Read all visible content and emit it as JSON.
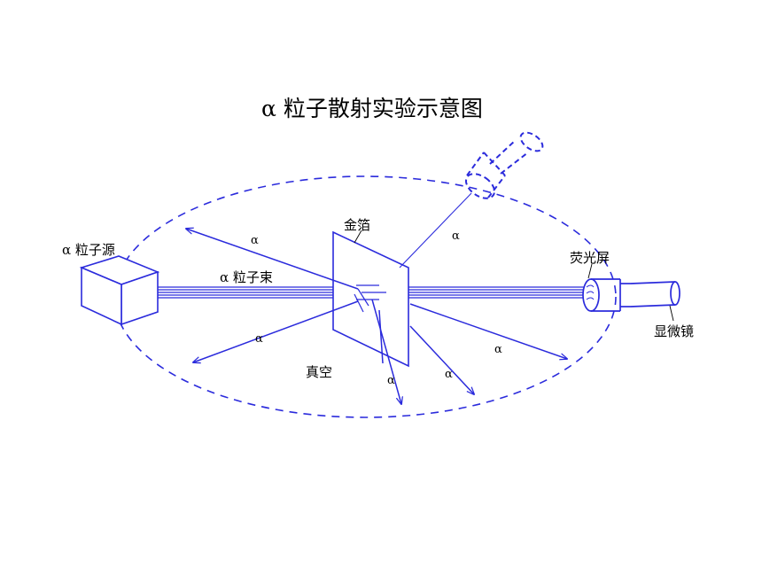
{
  "title": "α 粒子散射实验示意图",
  "labels": {
    "source": "α 粒子源",
    "beam": "α 粒子束",
    "foil": "金箔",
    "vacuum": "真空",
    "screen": "荧光屏",
    "microscope": "显微镜",
    "alpha": "α"
  },
  "colors": {
    "line": "#2b2bdc",
    "text": "#000000",
    "background": "#ffffff"
  }
}
